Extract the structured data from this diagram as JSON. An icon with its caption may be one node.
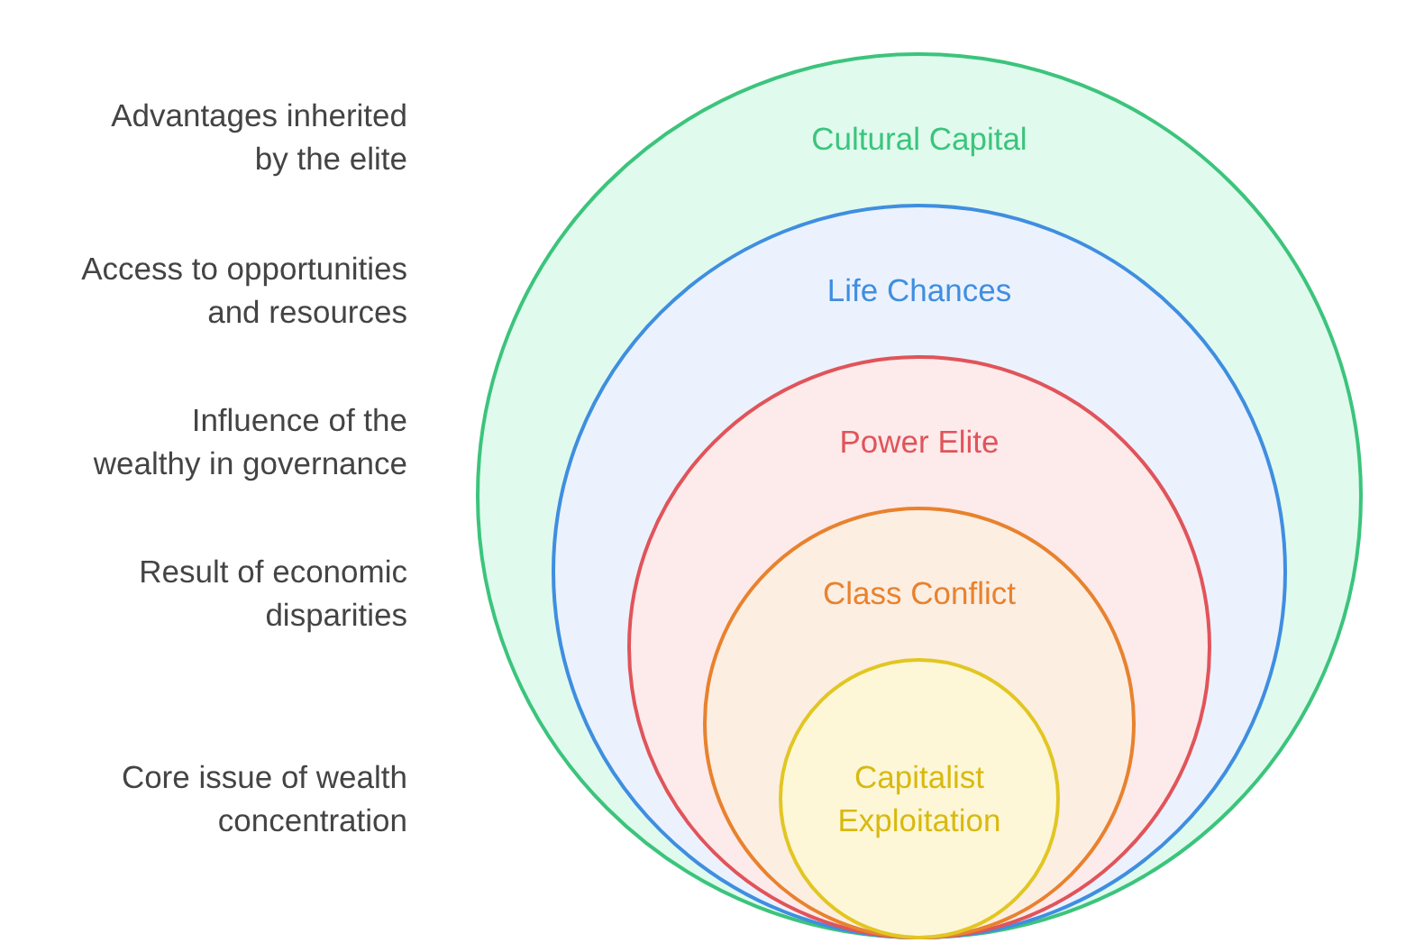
{
  "diagram": {
    "nodes": [
      {
        "text": [
          "Cultural Capital"
        ]
      },
      {
        "text": [
          "Life Chances"
        ],
        "in": 0
      },
      {
        "text": [
          "Power Elite"
        ],
        "in": 1
      },
      {
        "text": [
          "Class Conflict"
        ],
        "in": 2
      },
      {
        "text": [
          "Capitalist Exploitation"
        ],
        "in": 3
      }
    ],
    "labels": [
      "Advantages inherited by the elite",
      "Access to opportunities and resources",
      "Influence of the wealthy in governance",
      "Result of economic disparities",
      "Core issue of wealth concentration"
    ]
  }
}
